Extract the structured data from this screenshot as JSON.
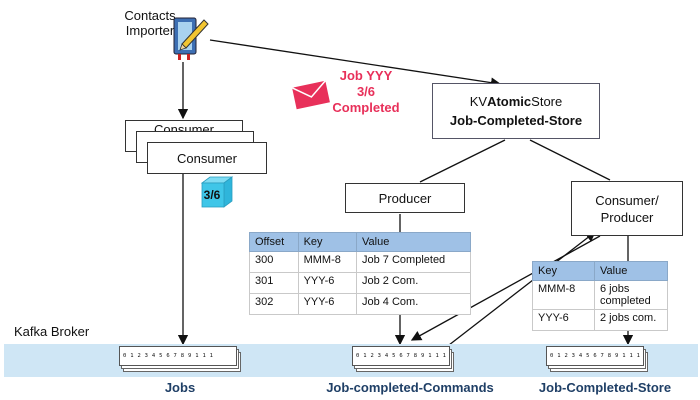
{
  "importer": {
    "title": "Contacts\nImporter",
    "icon": "pen-in-folder-icon"
  },
  "message": {
    "text_line1": "Job YYY",
    "text_line2": "3/6",
    "text_line3": "Completed",
    "icon": "envelope-icon",
    "color": "#e8305a"
  },
  "store_box": {
    "name_prefix": "KV",
    "name_bold": "Atomic",
    "name_suffix": "Store",
    "title": "Job-Completed-Store"
  },
  "consumer_stack": {
    "hidden_label": "Consumer",
    "front_label": "Consumer"
  },
  "cube": {
    "label": "3/6",
    "color": "#3fc6e8"
  },
  "producer_box": {
    "label": "Producer"
  },
  "consumer_producer_box": {
    "label_line1": "Consumer/",
    "label_line2": "Producer"
  },
  "offset_table": {
    "headers": [
      "Offset",
      "Key",
      "Value"
    ],
    "rows": [
      [
        "300",
        "MMM-8",
        "Job 7 Completed"
      ],
      [
        "301",
        "YYY-6",
        "Job 2 Com."
      ],
      [
        "302",
        "YYY-6",
        "Job 4 Com."
      ]
    ]
  },
  "store_table": {
    "headers": [
      "Key",
      "Value"
    ],
    "rows": [
      [
        "MMM-8",
        "6 jobs completed"
      ],
      [
        "YYY-6",
        "2 jobs com."
      ]
    ]
  },
  "broker": {
    "label": "Kafka Broker",
    "color": "#cfe6f5"
  },
  "topics": [
    {
      "label": "Jobs",
      "cells": "0 1 2 3 4 5 6 7 8 9 1 1 1"
    },
    {
      "label": "Job-completed-Commands",
      "cells": "0 1 2 3 4 5 6 7 8 9 1 1 1"
    },
    {
      "label": "Job-Completed-Store",
      "cells": "0 1 2 3 4 5 6 7 8 9 1 1 1"
    }
  ]
}
